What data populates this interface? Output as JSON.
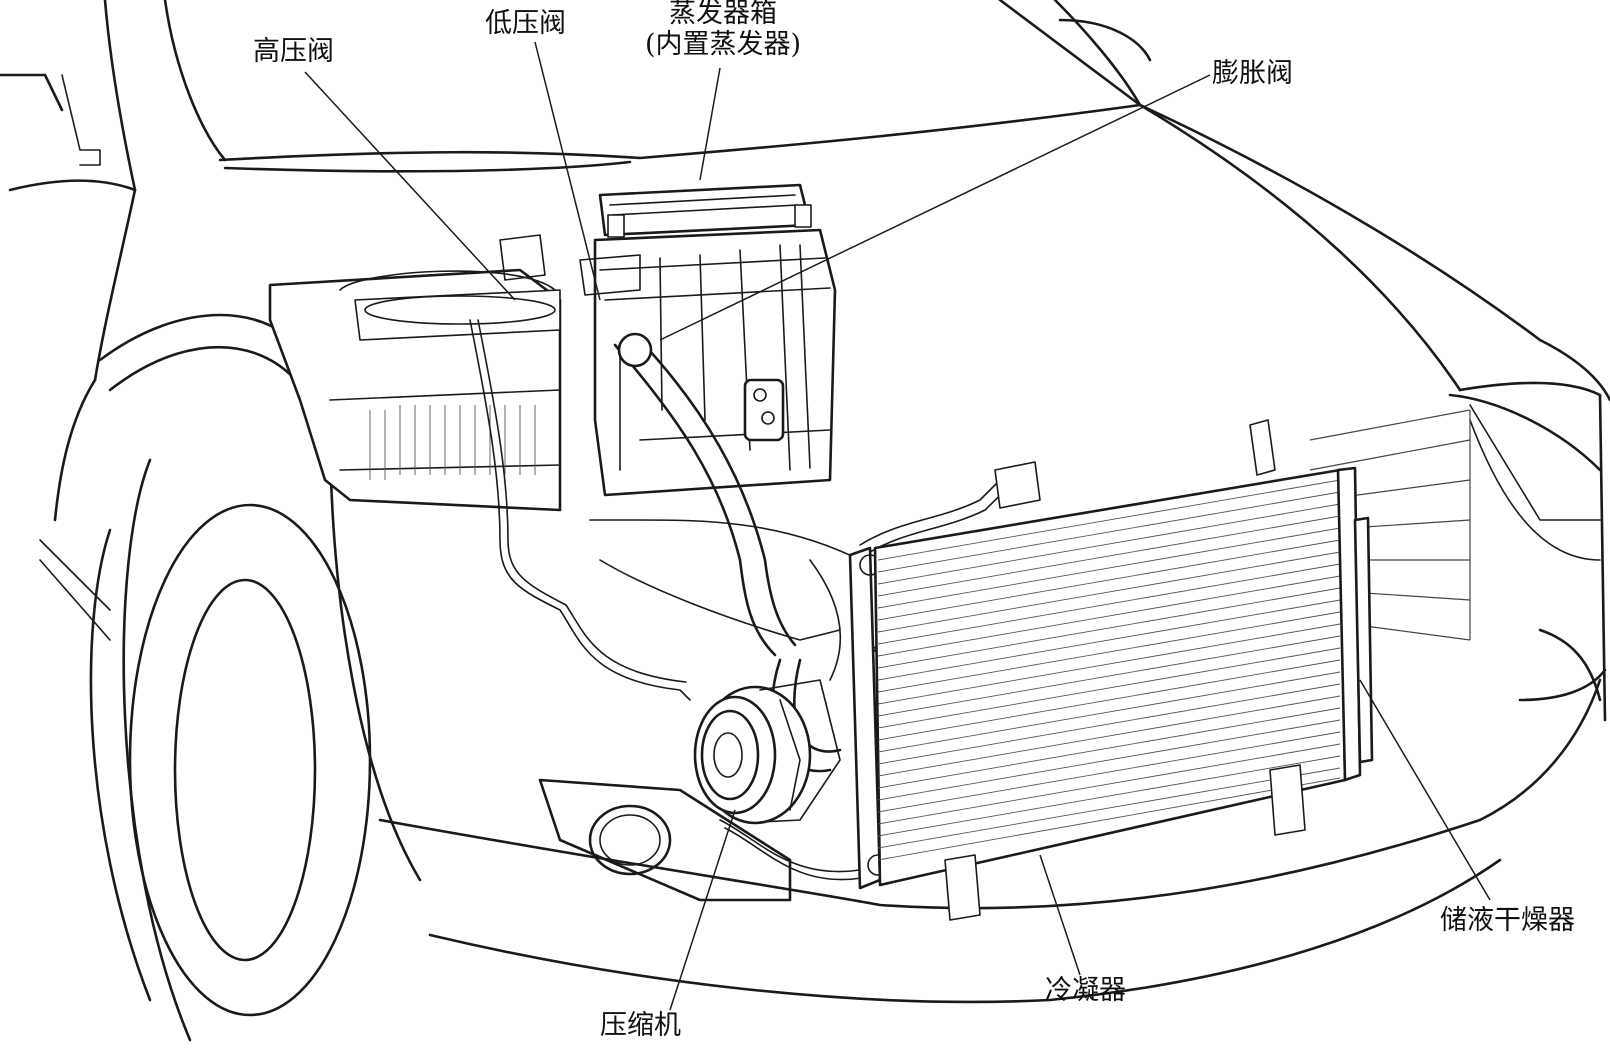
{
  "labels": {
    "high_pressure_valve": "高压阀",
    "low_pressure_valve": "低压阀",
    "evaporator_box_line1": "蒸发器箱",
    "evaporator_box_line2": "(内置蒸发器)",
    "expansion_valve": "膨胀阀",
    "compressor": "压缩机",
    "condenser": "冷凝器",
    "receiver_drier": "储液干燥器"
  }
}
